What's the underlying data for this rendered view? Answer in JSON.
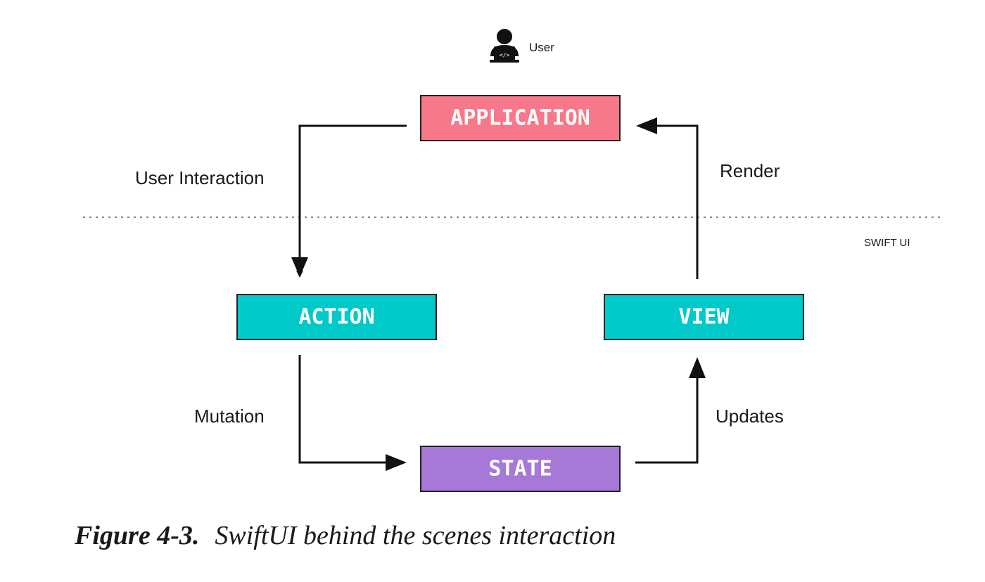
{
  "diagram": {
    "user_label": "User",
    "layer_label": "SWIFT UI",
    "nodes": {
      "application": "APPLICATION",
      "action": "ACTION",
      "view": "VIEW",
      "state": "STATE"
    },
    "edges": {
      "user_interaction": "User Interaction",
      "render": "Render",
      "mutation": "Mutation",
      "updates": "Updates"
    },
    "colors": {
      "application": "#f7788a",
      "action": "#00c9c9",
      "view": "#00c9c9",
      "state": "#a678d8",
      "arrow": "#111111",
      "divider": "#888888"
    }
  },
  "caption": {
    "figure_number": "Figure 4-3.",
    "text": "SwiftUI behind the scenes interaction"
  }
}
